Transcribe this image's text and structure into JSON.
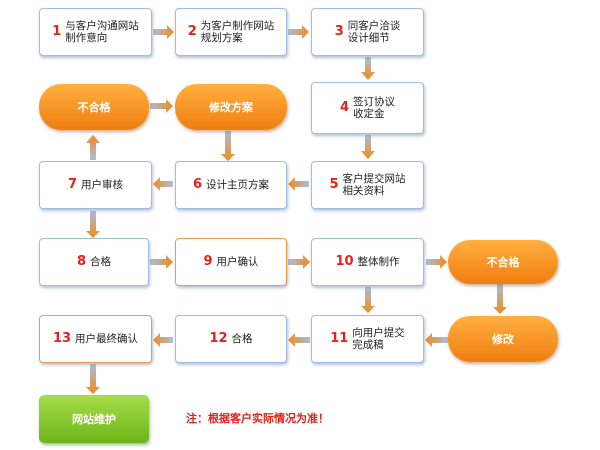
{
  "steps": {
    "s1": {
      "num": "1",
      "label": "与客户沟通网站\n制作意向"
    },
    "s2": {
      "num": "2",
      "label": "为客户制作网站\n规划方案"
    },
    "s3": {
      "num": "3",
      "label": "同客户洽谈\n设计细节"
    },
    "s4": {
      "num": "4",
      "label": "签订协议\n收定金"
    },
    "s5": {
      "num": "5",
      "label": "客户提交网站\n相关资料"
    },
    "s6": {
      "num": "6",
      "label": "设计主页方案"
    },
    "s7": {
      "num": "7",
      "label": "用户审核"
    },
    "s8": {
      "num": "8",
      "label": "合格"
    },
    "s9": {
      "num": "9",
      "label": "用户确认"
    },
    "s10": {
      "num": "10",
      "label": "整体制作"
    },
    "s11": {
      "num": "11",
      "label": "向用户提交\n完成稿"
    },
    "s12": {
      "num": "12",
      "label": "合格"
    },
    "s13": {
      "num": "13",
      "label": "用户最终确认"
    }
  },
  "pills": {
    "unqualified_top": "不合格",
    "revise_plan": "修改方案",
    "unqualified_right": "不合格",
    "revise": "修改"
  },
  "maintenance": "网站维护",
  "note": "注：根据客户实际情况为准！",
  "colors": {
    "box_border": "#9fbde0",
    "box_border_orange": "#f39a4a",
    "number_red": "#e4211c",
    "pill_orange": "#f28a1a",
    "arrow_blue": "#7a9cc8",
    "arrow_orange": "#f28a1a",
    "green": "#7cc424"
  }
}
